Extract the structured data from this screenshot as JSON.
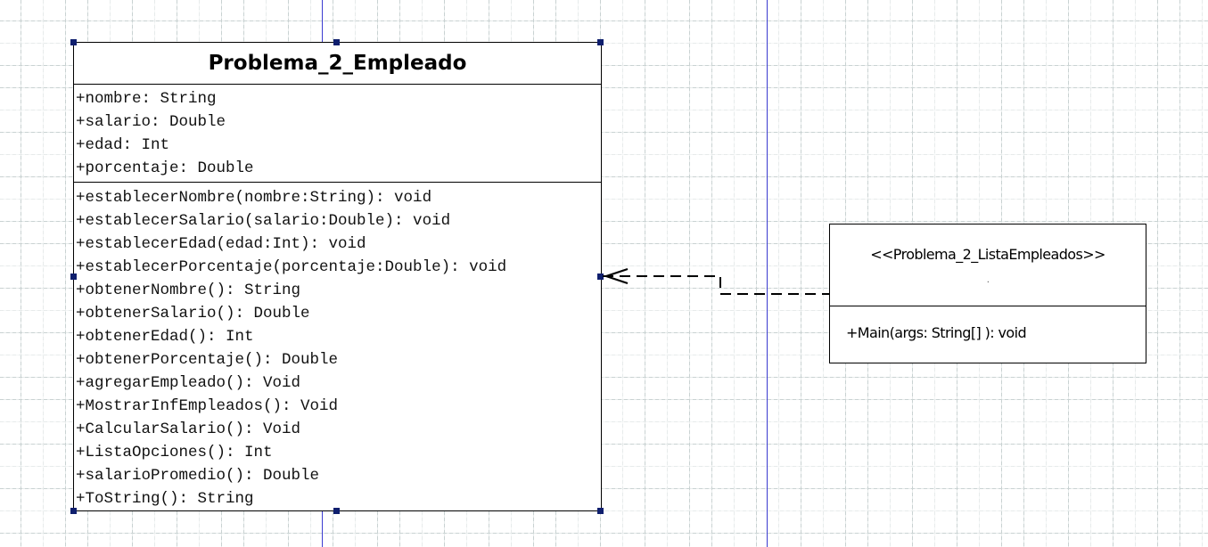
{
  "diagram": {
    "class_empleado": {
      "name": "Problema_2_Empleado",
      "attributes": [
        "+nombre: String",
        "+salario: Double",
        "+edad: Int",
        "+porcentaje: Double"
      ],
      "operations": [
        "+establecerNombre(nombre:String): void",
        "+establecerSalario(salario:Double): void",
        "+establecerEdad(edad:Int): void",
        "+establecerPorcentaje(porcentaje:Double): void",
        "+obtenerNombre(): String",
        "+obtenerSalario(): Double",
        "+obtenerEdad(): Int",
        "+obtenerPorcentaje(): Double",
        "+agregarEmpleado(): Void",
        "+MostrarInfEmpleados(): Void",
        "+CalcularSalario(): Void",
        "+ListaOpciones(): Int",
        "+salarioPromedio(): Double",
        "+ToString(): String"
      ]
    },
    "class_lista": {
      "stereotype": "<<Problema_2_ListaEmpleados>>",
      "dot": ".",
      "operations": [
        "+Main(args: String[] ): void"
      ]
    },
    "relationship": {
      "type": "dependency",
      "from": "Problema_2_ListaEmpleados",
      "to": "Problema_2_Empleado"
    },
    "colors": {
      "page_break_line": "#3b3bd0",
      "handle": "#0f1f6e",
      "grid": "#c9d2d2"
    }
  }
}
